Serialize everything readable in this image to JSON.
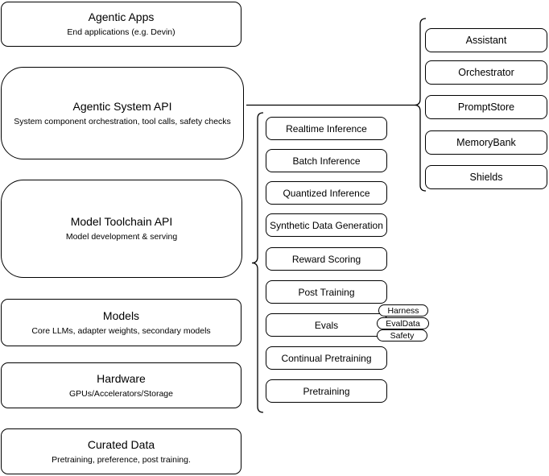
{
  "diagram": {
    "left_column": [
      {
        "title": "Agentic Apps",
        "subtitle": "End applications (e.g. Devin)"
      },
      {
        "title": "Agentic System API",
        "subtitle": "System component orchestration, tool calls, safety checks"
      },
      {
        "title": "Model Toolchain API",
        "subtitle": "Model development & serving"
      },
      {
        "title": "Models",
        "subtitle": "Core LLMs, adapter weights, secondary models"
      },
      {
        "title": "Hardware",
        "subtitle": "GPUs/Accelerators/Storage"
      },
      {
        "title": "Curated Data",
        "subtitle": "Pretraining, preference, post training."
      }
    ],
    "toolchain_items": [
      "Realtime Inference",
      "Batch Inference",
      "Quantized Inference",
      "Synthetic Data Generation",
      "Reward Scoring",
      "Post Training",
      "Evals",
      "Continual Pretraining",
      "Pretraining"
    ],
    "evals_pills": [
      "Harness",
      "EvalData",
      "Safety"
    ],
    "system_items": [
      "Assistant",
      "Orchestrator",
      "PromptStore",
      "MemoryBank",
      "Shields"
    ],
    "colors": {
      "stroke": "#000000",
      "fill": "#ffffff"
    }
  }
}
